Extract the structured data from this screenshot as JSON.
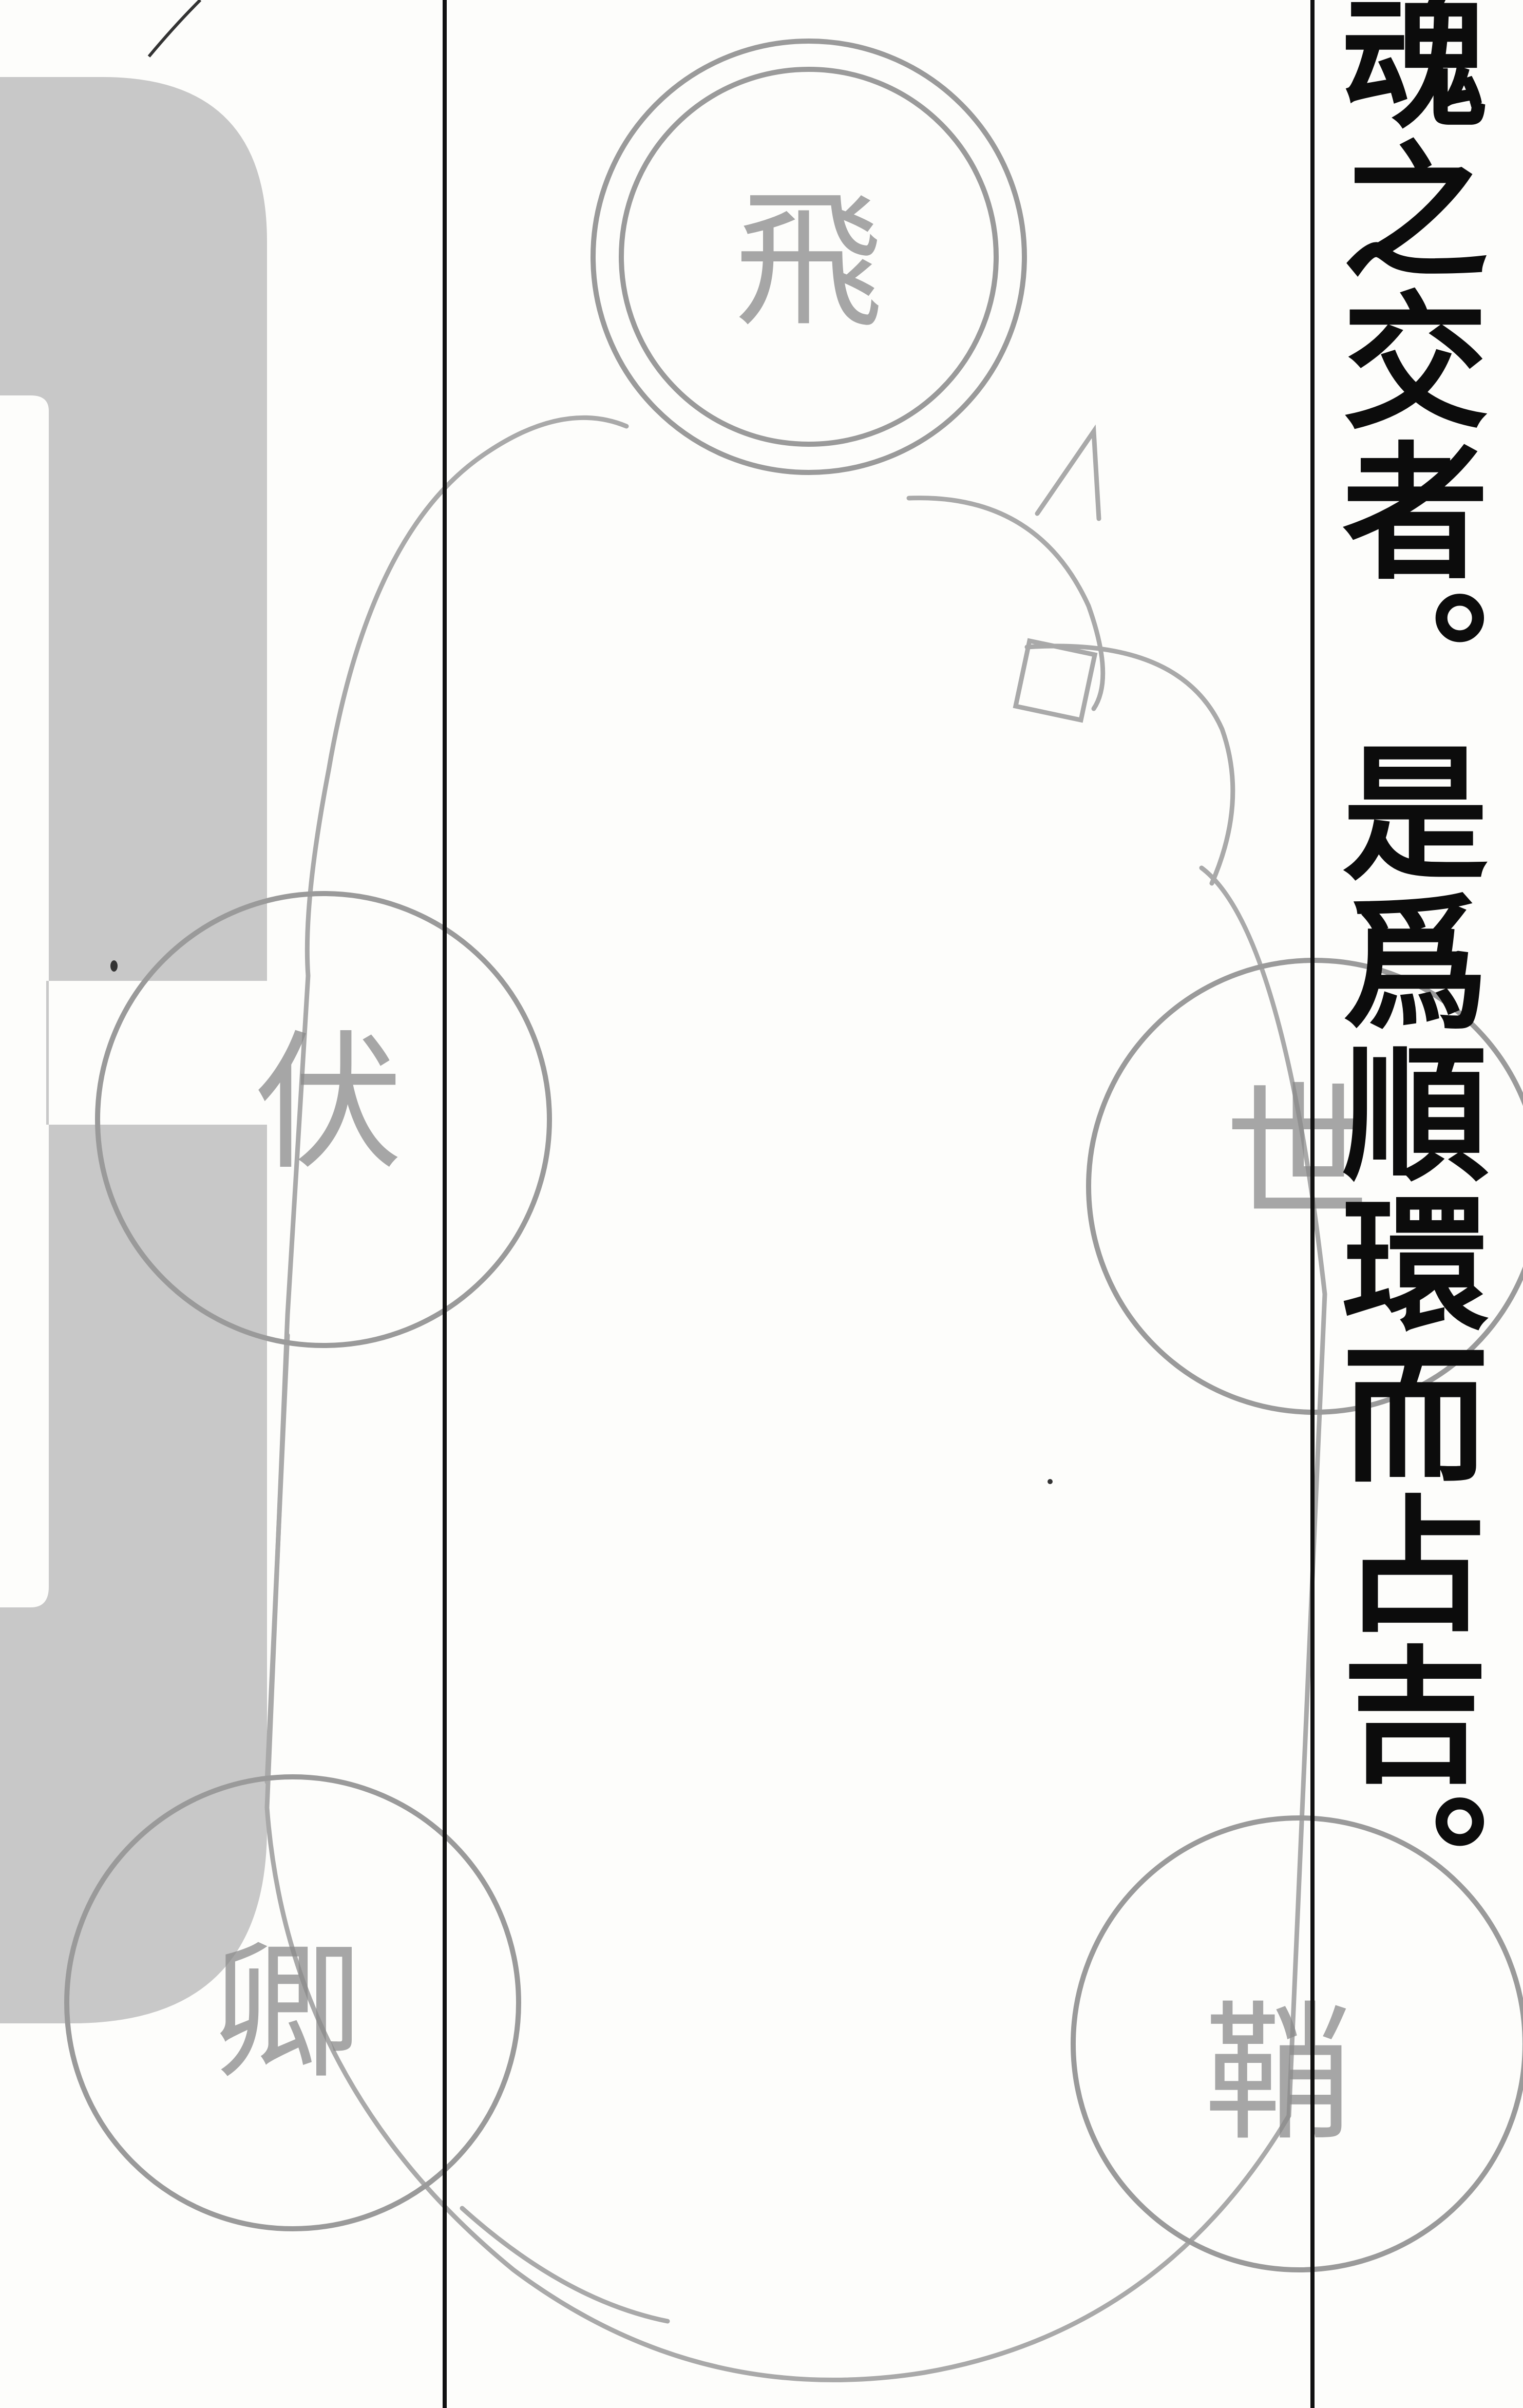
{
  "page": {
    "text_column": "魂之交者。是爲順環而占吉。"
  },
  "diagram": {
    "nodes": [
      {
        "label": "飛",
        "position": "top"
      },
      {
        "label": "伏",
        "position": "left-upper"
      },
      {
        "label": "世",
        "position": "right-upper"
      },
      {
        "label": "卿",
        "position": "left-lower"
      },
      {
        "label": "鞘",
        "position": "right-lower"
      }
    ]
  },
  "colors": {
    "ink": "#0c0c0c",
    "faded_ink": "#8a8a8a",
    "overlay_gray": "#c8c8c8",
    "paper": "#fdfdfb"
  }
}
